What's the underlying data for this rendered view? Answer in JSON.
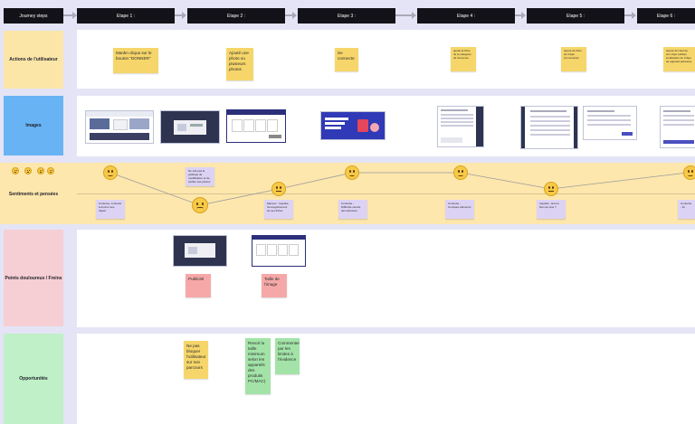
{
  "header": {
    "journey_label": "Journey steps",
    "steps": [
      "Etape 1 :",
      "Etape 2 :",
      "Etape 3 :",
      "Etape 4 :",
      "Etape 5 :",
      "Etape 6 :"
    ]
  },
  "rows": {
    "actions": "Actions de l'utilisateur",
    "images": "Images",
    "feelings": "Sentiments et pensées",
    "pain_points": "Points douloureux / Freins",
    "opportunities": "Opportunités"
  },
  "actions_notes": [
    "Mankn cliqua sur le bouton \"DONNER\"",
    "Ajouté une photo ou plusieurs photos",
    "Se connecte",
    "ajouté la fiche de la catégorie de l'annonce",
    "Ajouté de fiche de l'objet (Commenté)",
    "Ajouté de l'état de son objet (utilisé) localisation de l'objet de appareil (adresse)"
  ],
  "feelings_notes": [
    "Curieuse, contente à donner ses objets",
    "Ne sait pas la politique de modification et de vérifier ses photos",
    "Mauvez - Inquiète d'enregistrement de ses fiches",
    "Contente - Difficulté venant des adresses",
    "Contente - Compare éléments",
    "Inquiète - Est-ce bien de plus ?",
    "Contente - fin"
  ],
  "pain_notes": [
    "Publicité",
    "Taille de l'image"
  ],
  "opportunity_notes": [
    "Ne pas bloquer l'utilisateur sur son parcours",
    "Revoir la taille minimum selon les appareils des produits PC/MAC)",
    "Commenter par les limites à l'évidence"
  ],
  "note_meta": "...",
  "emoji_legend": [
    "smile",
    "neutral",
    "neutral",
    "sad"
  ],
  "colors": {
    "actions_band": "#fbe6a8",
    "images_band": "#67b3f4",
    "feelings_band": "#fde7ad",
    "pain_band": "#f5cfd3",
    "opportunities_band": "#bff0c8",
    "sticky_yellow": "#f6d66a",
    "sticky_purple": "#dcd3f4",
    "sticky_pink": "#f6a8a8",
    "sticky_green": "#a3e3a8"
  }
}
